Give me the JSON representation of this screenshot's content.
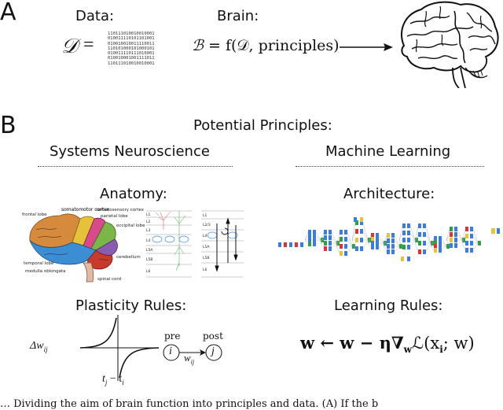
{
  "panel_a": {
    "letter": "A",
    "data_label": "Data:",
    "brain_label": "Brain:",
    "data_symbol": "𝒟",
    "equals": "=",
    "binary_rows": [
      "110111010010010001",
      "010011110101101001",
      "010010010011110011",
      "110101000101000101",
      "010011110111010001",
      "010010001001111011",
      "110111010010010001"
    ],
    "brain_formula_lhs": "ℬ",
    "brain_formula_rhs": "= f(𝒟, principles)"
  },
  "panel_b": {
    "letter": "B",
    "title": "Potential Principles:",
    "left_heading": "Systems Neuroscience",
    "right_heading": "Machine Learning",
    "anatomy_label": "Anatomy:",
    "architecture_label": "Architecture:",
    "plasticity_label": "Plasticity Rules:",
    "learning_label": "Learning Rules:",
    "brain_regions": [
      "somatomotor cortex",
      "somatosensory cortex",
      "frontal lobe",
      "parietal lobe",
      "occipital lobe",
      "temporal lobe",
      "cerebellum",
      "medulla oblongata",
      "spinal cord"
    ],
    "cortex_layers": [
      "L1",
      "L2",
      "L3",
      "L4",
      "L5A",
      "L5B",
      "L6"
    ],
    "cortex_layers_right": [
      "L1",
      "L2/3",
      "L4",
      "L5A",
      "L5B",
      "L6"
    ],
    "plasticity": {
      "y_label": "Δw",
      "y_sub": "ij",
      "x_label": "t",
      "x_sub1": "j",
      "minus": " − t",
      "x_sub2": "i",
      "pre": "pre",
      "post": "post",
      "node_i": "i",
      "node_j": "j",
      "edge": "w",
      "edge_sub": "ij"
    },
    "learning_rule": "w ← w − η∇",
    "learning_rule_sub": "w",
    "learning_rule_tail": "ℒ(x",
    "learning_rule_tail_sub": "i",
    "learning_rule_end": "; w)"
  },
  "caption_fragment": "… Dividing the aim of brain function into principles and data. (A) If the b"
}
